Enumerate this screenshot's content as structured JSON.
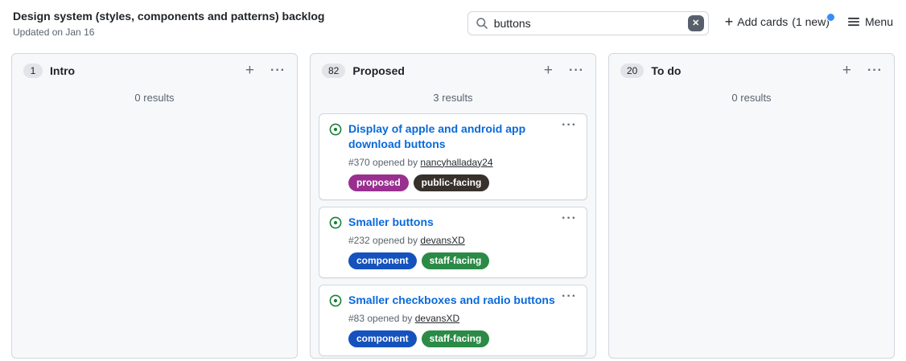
{
  "header": {
    "title": "Design system (styles, components and patterns) backlog",
    "updated": "Updated on Jan 16",
    "search": {
      "value": "buttons",
      "clear_glyph": "✕"
    },
    "add_cards_label": "Add cards",
    "add_cards_badge": "(1 new)",
    "menu_label": "Menu"
  },
  "colors": {
    "link_blue": "#0969da",
    "open_issue_green": "#1a7f37",
    "notification_blue": "#388bfd"
  },
  "columns": [
    {
      "count": "1",
      "name": "Intro",
      "results": "0 results"
    },
    {
      "count": "82",
      "name": "Proposed",
      "results": "3 results",
      "cards": [
        {
          "title": "Display of apple and android app download buttons",
          "meta_prefix": "#370 opened by ",
          "author": "nancyhalladay24",
          "labels": [
            {
              "text": "proposed",
              "color": "#99308f"
            },
            {
              "text": "public-facing",
              "color": "#37302b"
            }
          ]
        },
        {
          "title": "Smaller buttons",
          "meta_prefix": "#232 opened by ",
          "author": "devansXD",
          "labels": [
            {
              "text": "component",
              "color": "#1552bd"
            },
            {
              "text": "staff-facing",
              "color": "#2c8a47"
            }
          ]
        },
        {
          "title": "Smaller checkboxes and radio buttons",
          "meta_prefix": "#83 opened by ",
          "author": "devansXD",
          "labels": [
            {
              "text": "component",
              "color": "#1552bd"
            },
            {
              "text": "staff-facing",
              "color": "#2c8a47"
            }
          ]
        }
      ]
    },
    {
      "count": "20",
      "name": "To do",
      "results": "0 results"
    }
  ]
}
